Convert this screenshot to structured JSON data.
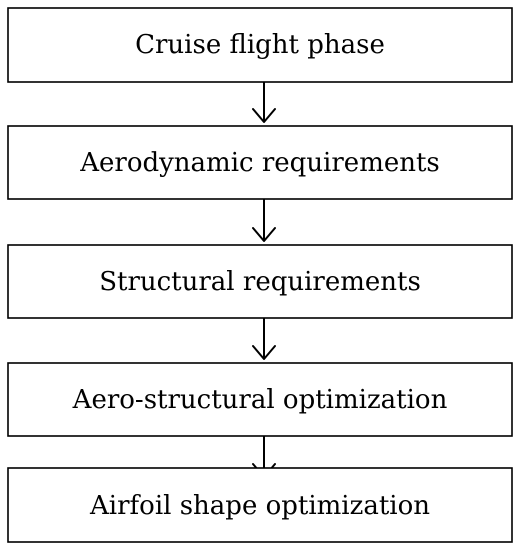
{
  "flowchart": {
    "steps": [
      {
        "label": "Cruise flight phase"
      },
      {
        "label": "Aerodynamic requirements"
      },
      {
        "label": "Structural requirements"
      },
      {
        "label": "Aero-structural optimization"
      },
      {
        "label": "Airfoil shape optimization"
      }
    ],
    "colors": {
      "stroke": "#000000",
      "fill": "#ffffff",
      "text": "#000000"
    }
  }
}
